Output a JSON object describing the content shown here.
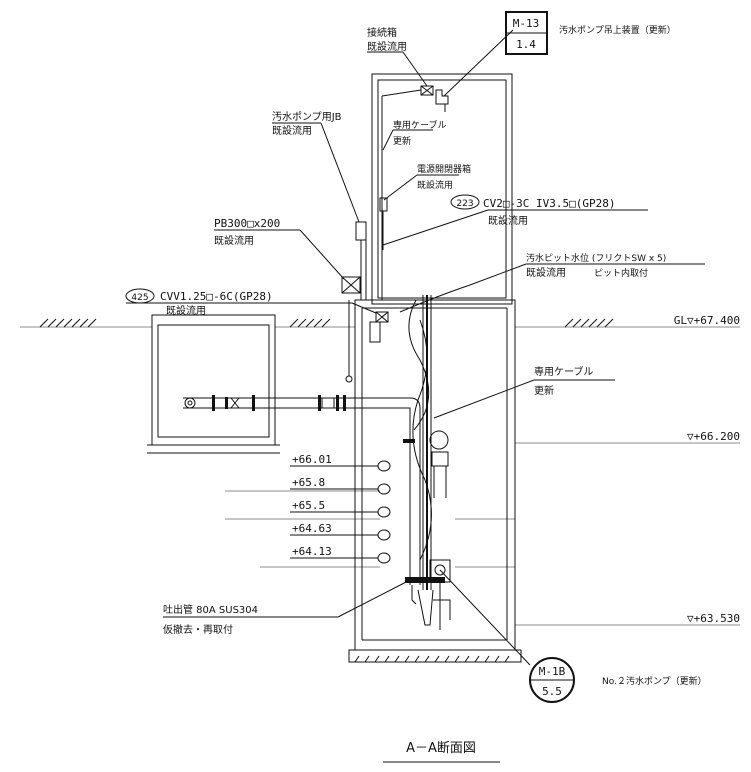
{
  "title": "A－A断面図",
  "references": {
    "m13": {
      "top": "M-13",
      "bottom": "1.4",
      "desc": "汚水ポンプ吊上装置（更新）"
    },
    "m1b": {
      "top": "M-1B",
      "bottom": "5.5",
      "desc": "No.２汚水ポンプ（更新）"
    }
  },
  "notes": {
    "junction_box": {
      "line1": "接続箱",
      "line2": "既設流用"
    },
    "pump_jb": {
      "line1": "汚水ポンプ用JB",
      "line2": "既設流用"
    },
    "cable_top": {
      "line1": "専用ケーブル",
      "line2": "更新"
    },
    "power_switch": {
      "line1": "電源開閉器箱",
      "line2": "既設流用"
    },
    "cv_cable": {
      "tag": "223",
      "spec": "CV2□-3C IV3.5□(GP28)",
      "line2": "既設流用"
    },
    "pb": {
      "line1": "PB300□x200",
      "line2": "既設流用"
    },
    "float_sw": {
      "line1": "汚水ピット水位 (フリクトSW x 5)",
      "line2a": "既設流用",
      "line2b": "ピット内取付"
    },
    "cvv_cable": {
      "tag": "425",
      "spec": "CVV1.25□-6C(GP28)",
      "line2": "既設流用"
    },
    "cable_mid": {
      "line1": "専用ケーブル",
      "line2": "更新"
    },
    "discharge": {
      "line1": "吐出管 80A SUS304",
      "line2": "仮撤去・再取付"
    }
  },
  "elevations": {
    "gl": "GL▽+67.400",
    "e1": "▽+66.200",
    "e2": "▽+63.530"
  },
  "float_levels": [
    "+66.01",
    "+65.8",
    "+65.5",
    "+64.63",
    "+64.13"
  ]
}
